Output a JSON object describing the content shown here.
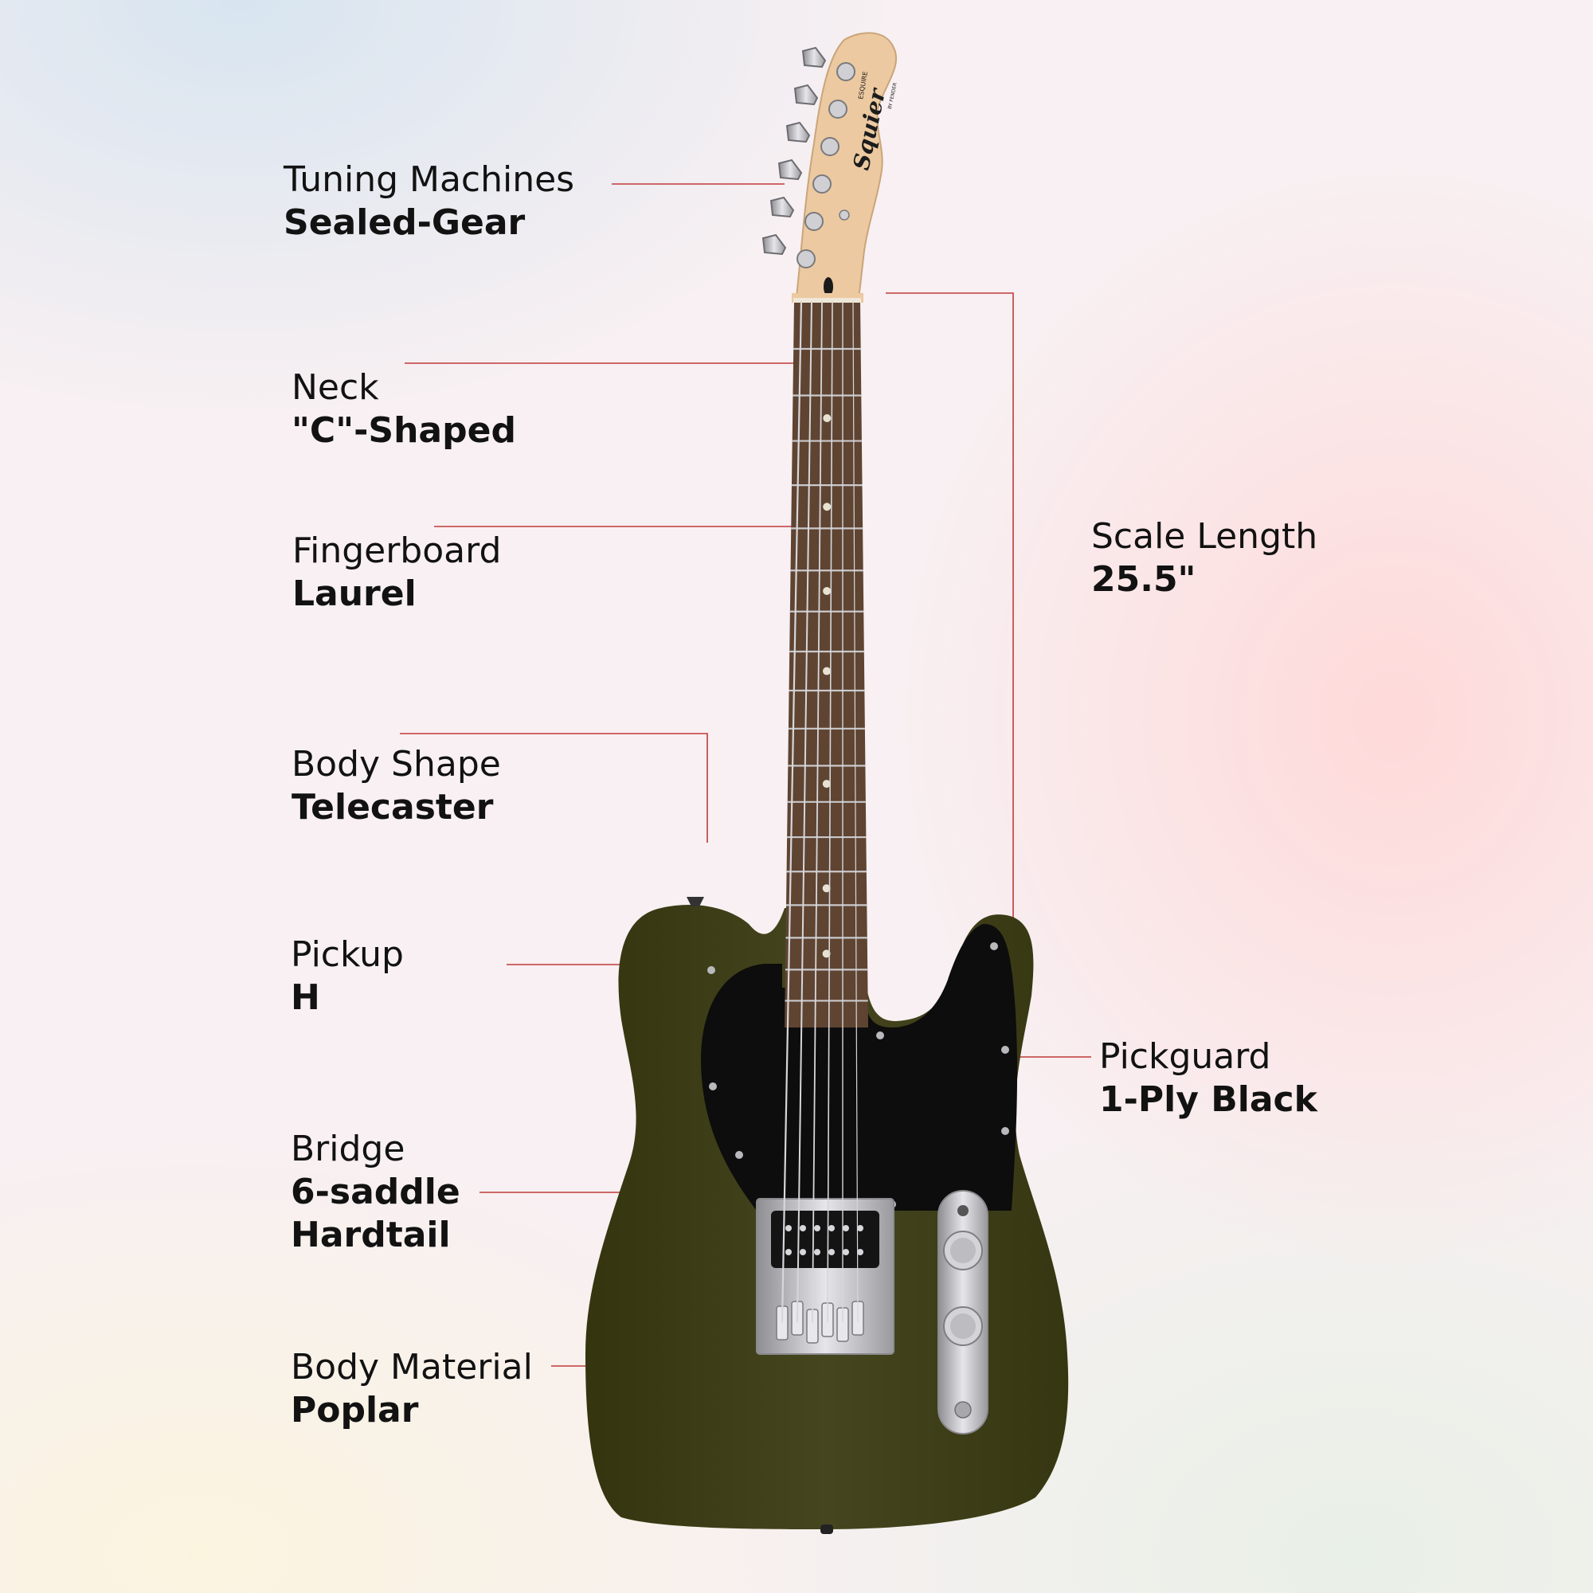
{
  "brand": {
    "headstock_logo": "Squier",
    "headstock_model": "ESQUIRE",
    "headstock_sub": "BY FENDER"
  },
  "colors": {
    "body": "#3f401c",
    "pickguard": "#0d0d0d",
    "maple": "#ecc9a0",
    "fingerboard": "#5f4432",
    "chrome": "#bfbfc2",
    "leader": "#c03a3a"
  },
  "specs": [
    {
      "id": "tuning-machines",
      "name": "Tuning Machines",
      "value": "Sealed-Gear"
    },
    {
      "id": "neck",
      "name": "Neck",
      "value": "\"C\"-Shaped"
    },
    {
      "id": "fingerboard",
      "name": "Fingerboard",
      "value": "Laurel"
    },
    {
      "id": "body-shape",
      "name": "Body Shape",
      "value": "Telecaster"
    },
    {
      "id": "pickup",
      "name": "Pickup",
      "value": "H"
    },
    {
      "id": "bridge",
      "name": "Bridge",
      "value": "6-saddle\nHardtail"
    },
    {
      "id": "body-material",
      "name": "Body Material",
      "value": "Poplar"
    },
    {
      "id": "scale-length",
      "name": "Scale Length",
      "value": "25.5\""
    },
    {
      "id": "pickguard",
      "name": "Pickguard",
      "value": "1-Ply Black"
    }
  ]
}
